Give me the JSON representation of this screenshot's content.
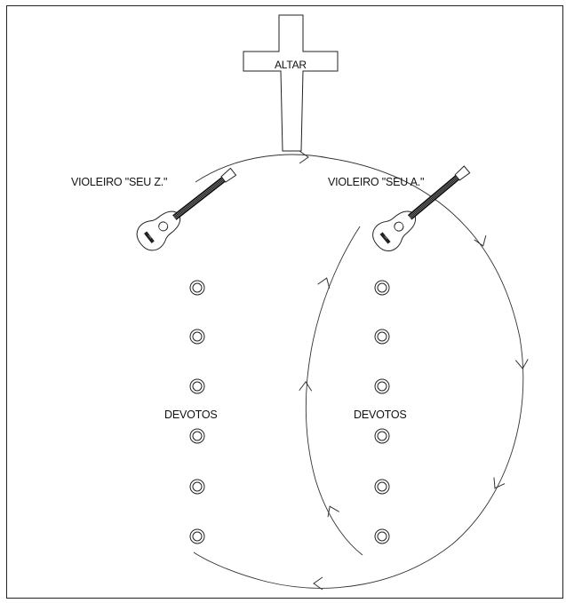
{
  "diagram": {
    "altar_label": "ALTAR",
    "violeiro_left_label": "VIOLEIRO \"SEU Z.\"",
    "violeiro_right_label": "VIOLEIRO \"SEU A.\"",
    "devotos_left_label": "DEVOTOS",
    "devotos_right_label": "DEVOTOS",
    "devotos_left_count": 6,
    "devotos_right_count": 6,
    "guitar_icon": "guitar-icon",
    "devoto_icon": "double-circle-icon",
    "arrow_icon": "chevron-arrow-icon",
    "cross_icon": "cross-icon",
    "line_color": "#333333",
    "background_color": "#ffffff"
  }
}
